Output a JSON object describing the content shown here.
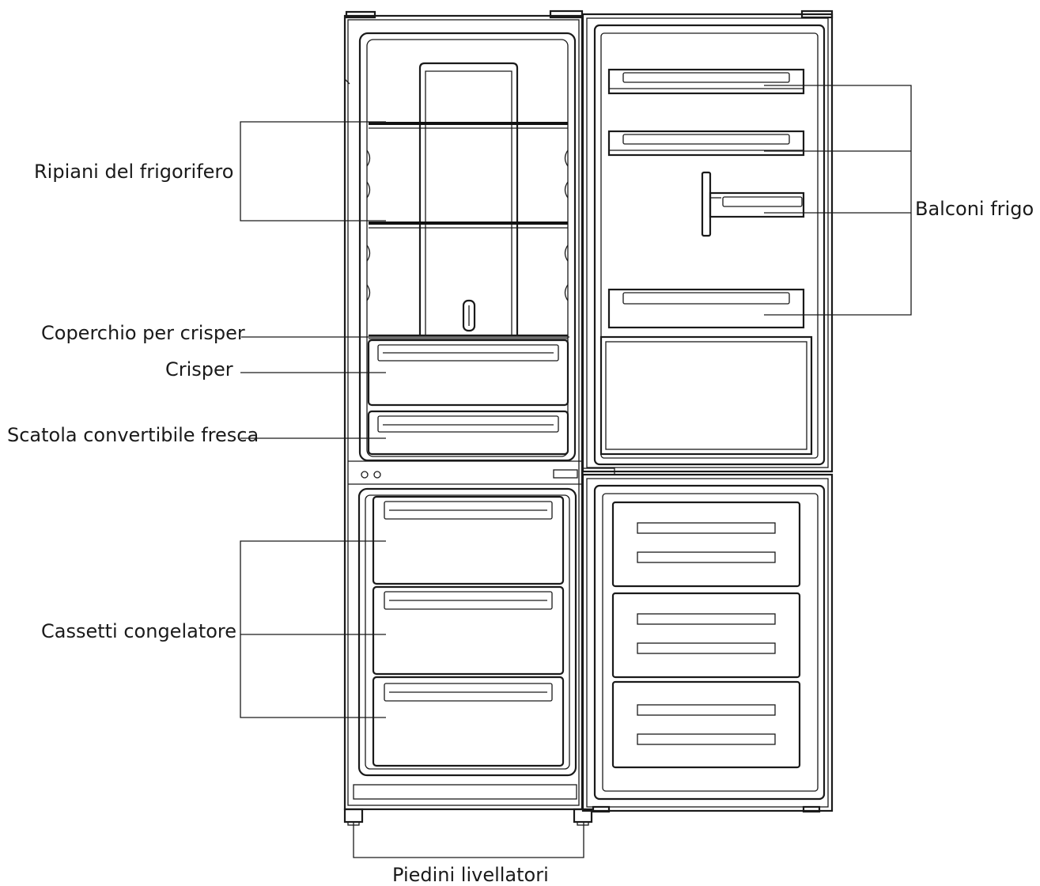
{
  "labels": {
    "fridge_shelves": "Ripiani del frigorifero",
    "crisper_cover": "Coperchio per crisper",
    "crisper": "Crisper",
    "convertible_box": "Scatola convertibile fresca",
    "freezer_drawers": "Cassetti congelatore",
    "door_balconies": "Balconi frigo",
    "leveling_feet": "Piedini livellatori"
  }
}
